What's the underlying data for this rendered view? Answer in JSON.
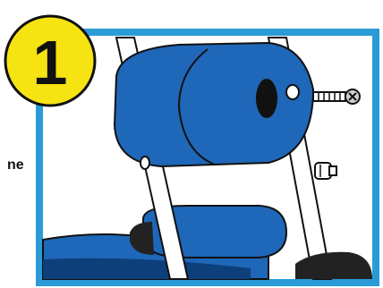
{
  "step": {
    "number": "1"
  },
  "side_text": "ne",
  "colors": {
    "frame": "#2a9bd6",
    "badge": "#f6e312",
    "cushion": "#1f67b8",
    "cushion_shadow": "#0d3f7a",
    "metal": "#ffffff",
    "outline": "#111111"
  },
  "icons": [
    "step-number-badge",
    "roller-pad",
    "screw-icon",
    "bolt-icon"
  ]
}
